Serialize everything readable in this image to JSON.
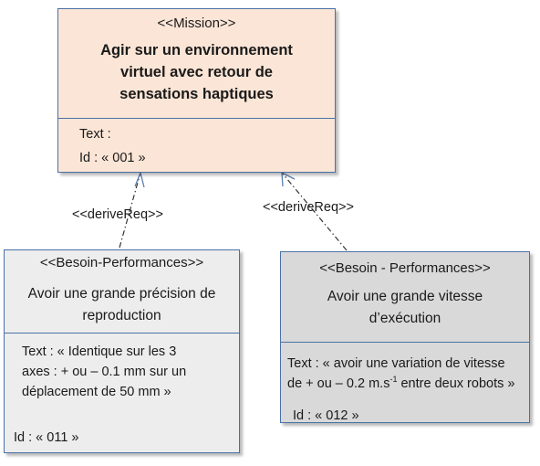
{
  "mission": {
    "stereotype": "<<Mission>>",
    "title_lines": [
      "Agir sur un environnement",
      "virtuel avec retour de",
      "sensations haptiques"
    ],
    "text_label": "Text :",
    "id_label": "Id : « 001 »",
    "fill": "#fbe5d6"
  },
  "besoin_1": {
    "stereotype": "<<Besoin-Performances>>",
    "name_lines": [
      "Avoir une grande précision de",
      "reproduction"
    ],
    "text_lines": [
      "Text : « Identique sur les 3",
      "axes : + ou – 0.1 mm sur un",
      "déplacement de 50 mm »"
    ],
    "id_label": "Id : « 011 »",
    "fill": "#ededed"
  },
  "besoin_2": {
    "stereotype": "<<Besoin - Performances>>",
    "name_lines": [
      "Avoir une grande vitesse",
      "d’exécution"
    ],
    "text_line1": "Text : « avoir une variation de vitesse",
    "text_line2_before": "de + ou – 0.2 m.s",
    "text_line2_sup": "-1",
    "text_line2_after": " entre deux robots »",
    "id_label": "Id : « 012 »",
    "fill": "#d9d9d9"
  },
  "links": [
    {
      "label": "<<deriveReq>>"
    },
    {
      "label": "<<deriveReq>>"
    }
  ],
  "colors": {
    "border": "#4a72a8",
    "connector": "#333333",
    "arrowhead": "#5b7fb0"
  }
}
